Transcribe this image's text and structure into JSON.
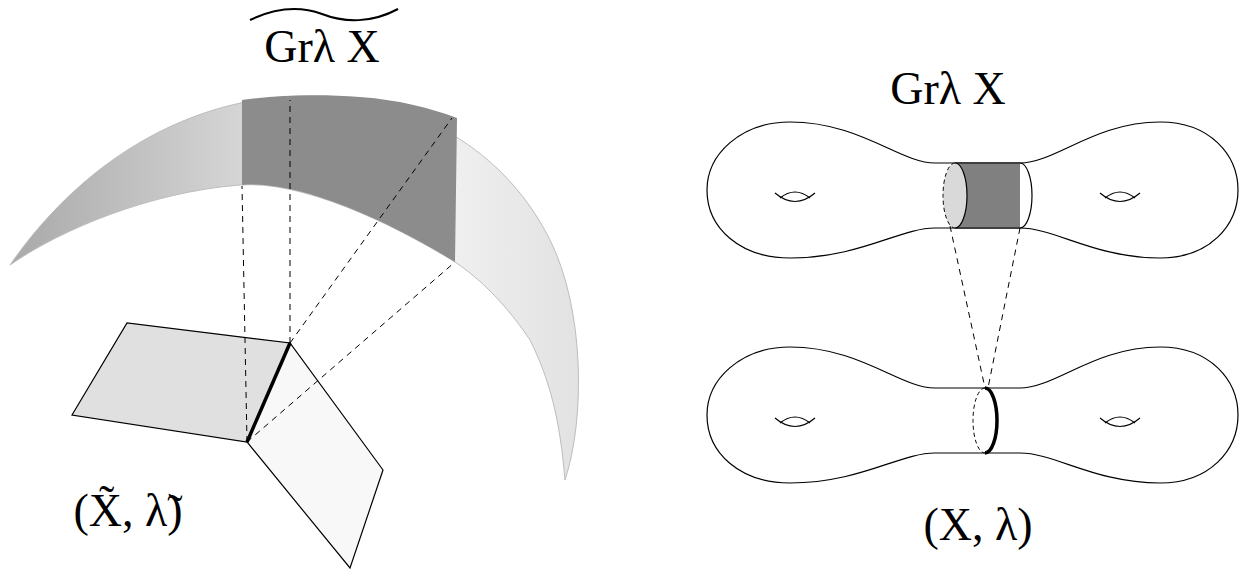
{
  "diagram": {
    "labels": [
      "Grλ X",
      "(X̃, λ̃)",
      "Grλ X",
      "(X, λ)"
    ]
  }
}
